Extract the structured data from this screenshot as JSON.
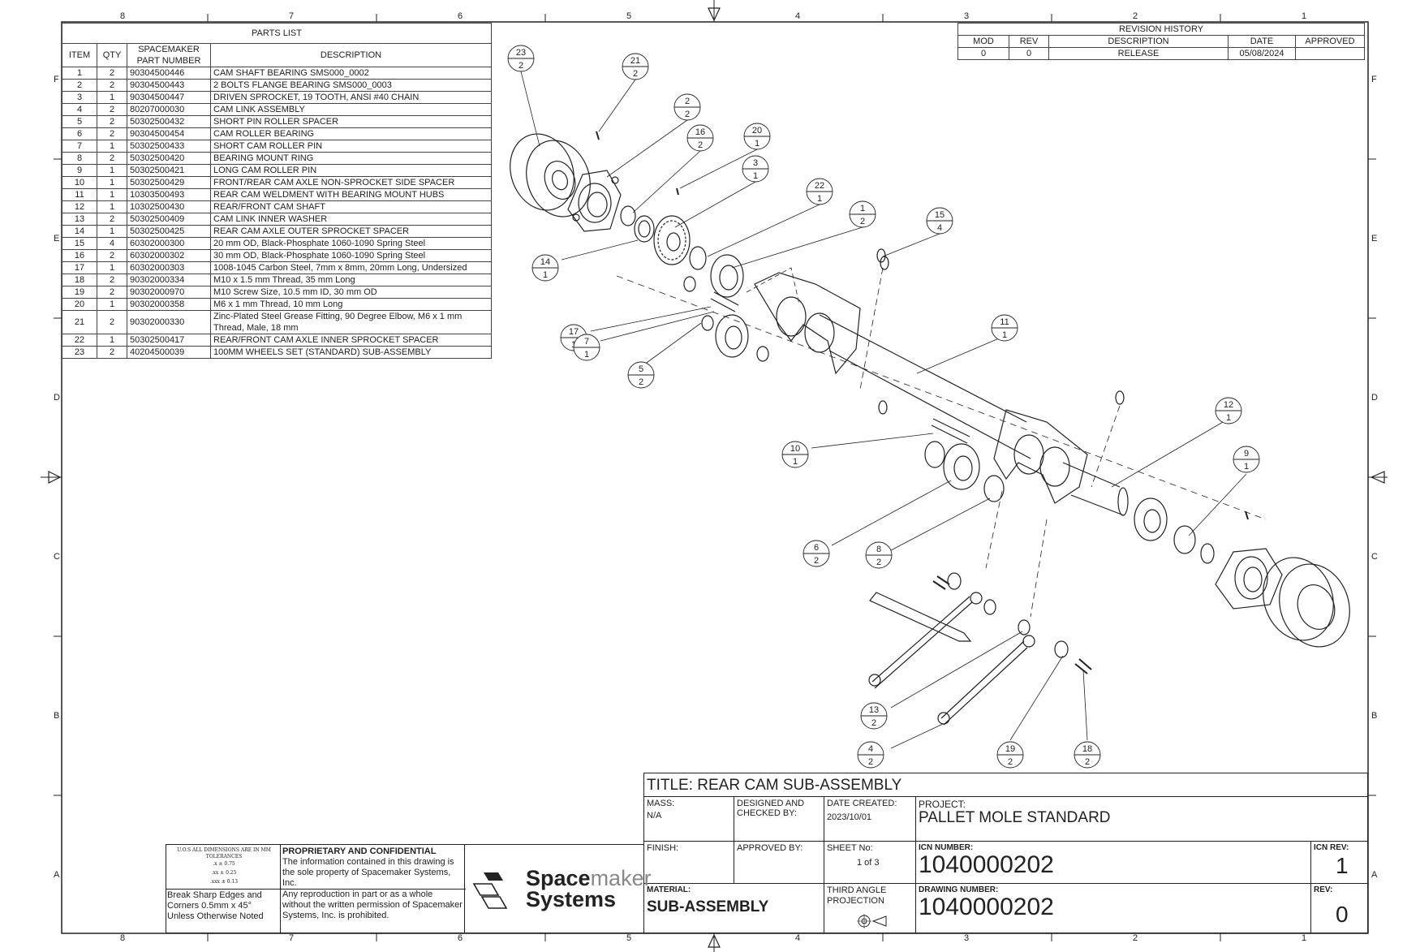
{
  "frame": {
    "col_labels": [
      "8",
      "7",
      "6",
      "5",
      "4",
      "3",
      "2",
      "1"
    ],
    "row_labels": [
      "F",
      "E",
      "D",
      "C",
      "B",
      "A"
    ]
  },
  "parts_list": {
    "title": "PARTS LIST",
    "headers": [
      "ITEM",
      "QTY",
      "SPACEMAKER PART NUMBER",
      "DESCRIPTION"
    ],
    "rows": [
      [
        "1",
        "2",
        "90304500446",
        "CAM SHAFT BEARING SMS000_0002"
      ],
      [
        "2",
        "2",
        "90304500443",
        "2 BOLTS FLANGE BEARING SMS000_0003"
      ],
      [
        "3",
        "1",
        "90304500447",
        "DRIVEN SPROCKET, 19 TOOTH, ANSI #40 CHAIN"
      ],
      [
        "4",
        "2",
        "80207000030",
        "CAM LINK ASSEMBLY"
      ],
      [
        "5",
        "2",
        "50302500432",
        "SHORT PIN ROLLER SPACER"
      ],
      [
        "6",
        "2",
        "90304500454",
        "CAM ROLLER BEARING"
      ],
      [
        "7",
        "1",
        "50302500433",
        "SHORT CAM ROLLER PIN"
      ],
      [
        "8",
        "2",
        "50302500420",
        "BEARING MOUNT RING"
      ],
      [
        "9",
        "1",
        "50302500421",
        "LONG CAM ROLLER PIN"
      ],
      [
        "10",
        "1",
        "50302500429",
        "FRONT/REAR CAM AXLE NON-SPROCKET SIDE SPACER"
      ],
      [
        "11",
        "1",
        "10303500493",
        "REAR CAM WELDMENT WITH BEARING MOUNT HUBS"
      ],
      [
        "12",
        "1",
        "10302500430",
        "REAR/FRONT CAM SHAFT"
      ],
      [
        "13",
        "2",
        "50302500409",
        "CAM LINK INNER WASHER"
      ],
      [
        "14",
        "1",
        "50302500425",
        "REAR CAM AXLE OUTER SPROCKET SPACER"
      ],
      [
        "15",
        "4",
        "60302000300",
        "20 mm OD, Black-Phosphate 1060-1090 Spring Steel"
      ],
      [
        "16",
        "2",
        "60302000302",
        "30 mm OD, Black-Phosphate 1060-1090 Spring Steel"
      ],
      [
        "17",
        "1",
        "60302000303",
        "1008-1045 Carbon Steel, 7mm x 8mm, 20mm Long, Undersized"
      ],
      [
        "18",
        "2",
        "90302000334",
        "M10 x 1.5 mm Thread, 35 mm Long"
      ],
      [
        "19",
        "2",
        "90302000970",
        "M10 Screw Size, 10.5 mm ID, 30 mm OD"
      ],
      [
        "20",
        "1",
        "90302000358",
        "M6 x 1 mm Thread, 10 mm Long"
      ],
      [
        "21",
        "2",
        "90302000330",
        "Zinc-Plated Steel Grease Fitting, 90 Degree Elbow, M6 x 1 mm Thread, Male, 18 mm"
      ],
      [
        "22",
        "1",
        "50302500417",
        "REAR/FRONT CAM AXLE INNER SPROCKET SPACER"
      ],
      [
        "23",
        "2",
        "40204500039",
        "100MM WHEELS SET (STANDARD) SUB-ASSEMBLY"
      ]
    ]
  },
  "revision_history": {
    "title": "REVISION HISTORY",
    "headers": [
      "MOD",
      "REV",
      "DESCRIPTION",
      "DATE",
      "APPROVED"
    ],
    "rows": [
      [
        "0",
        "0",
        "RELEASE",
        "05/08/2024",
        ""
      ]
    ]
  },
  "balloons": [
    {
      "item": "23",
      "qty": "2"
    },
    {
      "item": "21",
      "qty": "2"
    },
    {
      "item": "2",
      "qty": "2"
    },
    {
      "item": "16",
      "qty": "2"
    },
    {
      "item": "20",
      "qty": "1"
    },
    {
      "item": "3",
      "qty": "1"
    },
    {
      "item": "22",
      "qty": "1"
    },
    {
      "item": "1",
      "qty": "2"
    },
    {
      "item": "15",
      "qty": "4"
    },
    {
      "item": "14",
      "qty": "1"
    },
    {
      "item": "17",
      "qty": "1"
    },
    {
      "item": "7",
      "qty": "1"
    },
    {
      "item": "5",
      "qty": "2"
    },
    {
      "item": "11",
      "qty": "1"
    },
    {
      "item": "12",
      "qty": "1"
    },
    {
      "item": "9",
      "qty": "1"
    },
    {
      "item": "10",
      "qty": "1"
    },
    {
      "item": "6",
      "qty": "2"
    },
    {
      "item": "8",
      "qty": "2"
    },
    {
      "item": "13",
      "qty": "2"
    },
    {
      "item": "4",
      "qty": "2"
    },
    {
      "item": "19",
      "qty": "2"
    },
    {
      "item": "18",
      "qty": "2"
    }
  ],
  "title_block": {
    "title": "TITLE: REAR CAM SUB-ASSEMBLY",
    "mass_label": "MASS:",
    "mass_value": "N/A",
    "designed_label": "DESIGNED AND CHECKED BY:",
    "date_created_label": "DATE CREATED:",
    "date_created_value": "2023/10/01",
    "project_label": "PROJECT:",
    "project_value": "PALLET MOLE STANDARD",
    "finish_label": "FINISH:",
    "approved_label": "APPROVED BY:",
    "sheet_label": "SHEET No:",
    "sheet_value": "1 of 3",
    "icn_label": "ICN NUMBER:",
    "icn_value": "1040000202",
    "icn_rev_label": "ICN REV:",
    "icn_rev_value": "1",
    "material_label": "MATERIAL:",
    "material_value": "SUB-ASSEMBLY",
    "projection_label": "THIRD ANGLE PROJECTION",
    "drawing_label": "DRAWING NUMBER:",
    "drawing_value": "1040000202",
    "rev_label": "REV:",
    "rev_value": "0"
  },
  "tolerances": {
    "header": "U.O.S ALL DIMENSIONS ARE IN MM TOLERANCES",
    "lines": [
      ".x ± 0.75",
      ".xx ± 0.25",
      ".xxx ± 0.13"
    ],
    "note": "Break Sharp Edges and Corners 0.5mm x 45° Unless Otherwise Noted"
  },
  "proprietary": {
    "title": "PROPRIETARY AND CONFIDENTIAL",
    "line1": "The information contained in this drawing is the sole property of Spacemaker Systems, Inc.",
    "line2": "Any reproduction in part or as a whole without the written permission of Spacemaker Systems, Inc. is prohibited."
  },
  "logo": {
    "word_a": "Space",
    "word_b": "maker",
    "word_c": "Systems"
  }
}
